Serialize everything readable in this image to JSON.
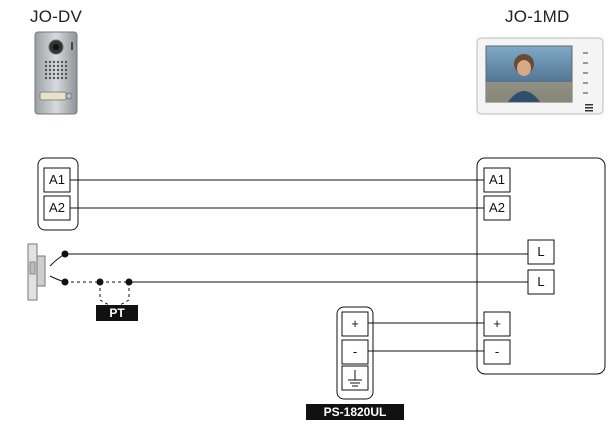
{
  "devices": {
    "door_station": {
      "title": "JO-DV"
    },
    "monitor": {
      "title": "JO-1MD"
    }
  },
  "terminals": {
    "door_a1": "A1",
    "door_a2": "A2",
    "monitor_a1": "A1",
    "monitor_a2": "A2",
    "monitor_l1": "L",
    "monitor_l2": "L",
    "monitor_plus": "+",
    "monitor_minus": "-",
    "psu_plus": "+",
    "psu_minus": "-"
  },
  "labels": {
    "pushbutton": "PT",
    "power_supply": "PS-1820UL"
  },
  "colors": {
    "line": "#111111",
    "label_bg": "#111111",
    "label_text": "#ffffff"
  }
}
